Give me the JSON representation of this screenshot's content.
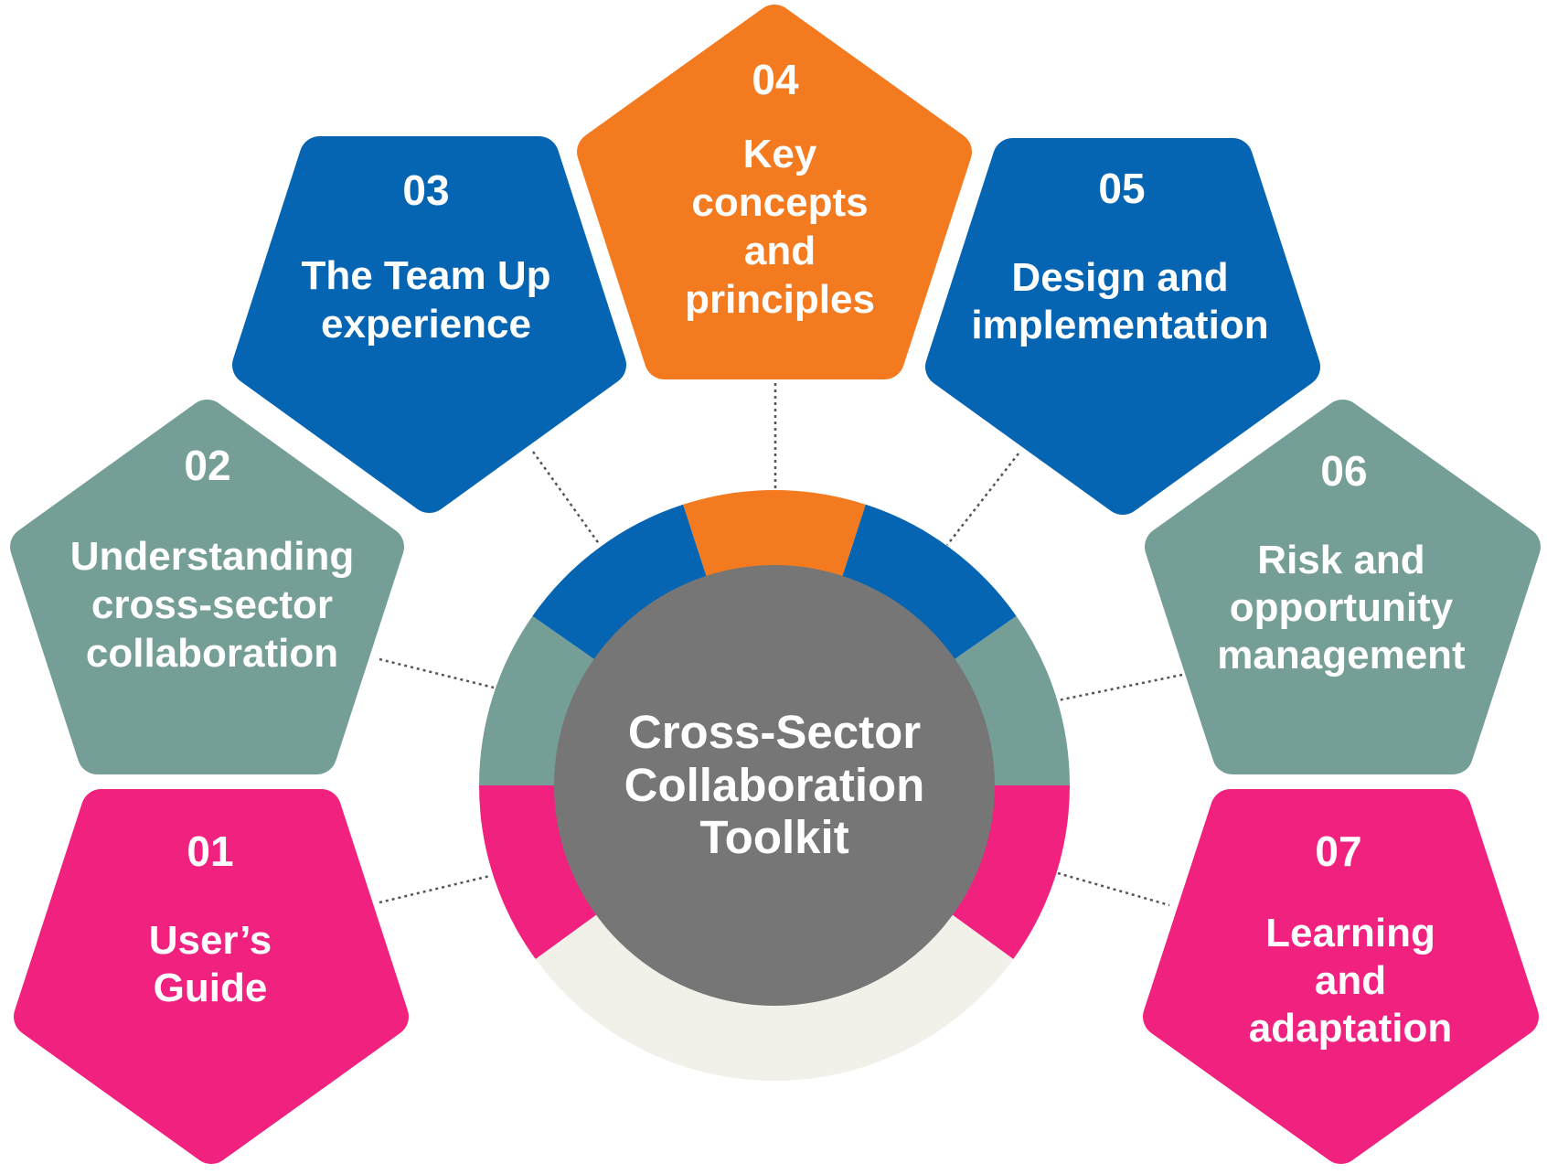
{
  "center": {
    "lines": [
      "Cross-Sector",
      "Collaboration",
      "Toolkit"
    ],
    "color": "#767676"
  },
  "colors": {
    "pink": "#F0217F",
    "teal": "#759E96",
    "blue": "#0565B3",
    "orange": "#F47A20",
    "ring_base": "#F1F1E9"
  },
  "modules": [
    {
      "number": "01",
      "lines": [
        "User’s",
        "Guide"
      ],
      "color": "#F0217F"
    },
    {
      "number": "02",
      "lines": [
        "Understanding",
        "cross-sector",
        "collaboration"
      ],
      "color": "#759E96"
    },
    {
      "number": "03",
      "lines": [
        "The Team Up",
        "experience"
      ],
      "color": "#0565B3"
    },
    {
      "number": "04",
      "lines": [
        "Key",
        "concepts",
        "and",
        "principles"
      ],
      "color": "#F47A20"
    },
    {
      "number": "05",
      "lines": [
        "Design and",
        "implementation"
      ],
      "color": "#0565B3"
    },
    {
      "number": "06",
      "lines": [
        "Risk and",
        "opportunity",
        "management"
      ],
      "color": "#759E96"
    },
    {
      "number": "07",
      "lines": [
        "Learning",
        "and",
        "adaptation"
      ],
      "color": "#F0217F"
    }
  ]
}
